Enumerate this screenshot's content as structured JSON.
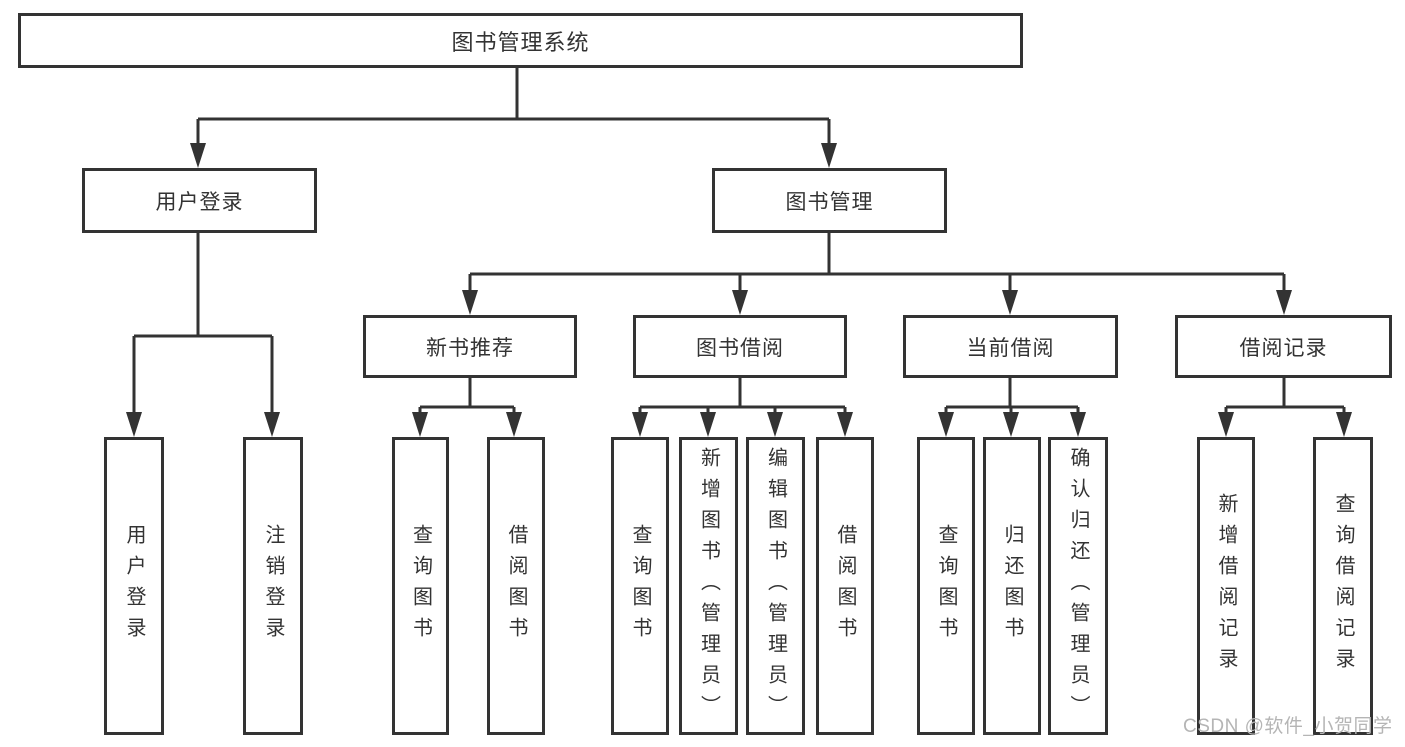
{
  "diagram": {
    "tree": {
      "label": "图书管理系统",
      "children": [
        {
          "label": "用户登录",
          "children": [
            {
              "label": "用户登录"
            },
            {
              "label": "注销登录"
            }
          ]
        },
        {
          "label": "图书管理",
          "children": [
            {
              "label": "新书推荐",
              "children": [
                {
                  "label": "查询图书"
                },
                {
                  "label": "借阅图书"
                }
              ]
            },
            {
              "label": "图书借阅",
              "children": [
                {
                  "label": "查询图书"
                },
                {
                  "label": "新增图书（管理员）"
                },
                {
                  "label": "编辑图书（管理员）"
                },
                {
                  "label": "借阅图书"
                }
              ]
            },
            {
              "label": "当前借阅",
              "children": [
                {
                  "label": "查询图书"
                },
                {
                  "label": "归还图书"
                },
                {
                  "label": "确认归还（管理员）"
                }
              ]
            },
            {
              "label": "借阅记录",
              "children": [
                {
                  "label": "新增借阅记录"
                },
                {
                  "label": "查询借阅记录"
                }
              ]
            }
          ]
        }
      ]
    },
    "colors": {
      "line": "#333333",
      "text": "#333333",
      "box_fill": "#ffffff",
      "background": "#ffffff",
      "watermark": "#b5b5b5"
    }
  },
  "watermark": {
    "text": "CSDN @软件_小贺同学"
  }
}
